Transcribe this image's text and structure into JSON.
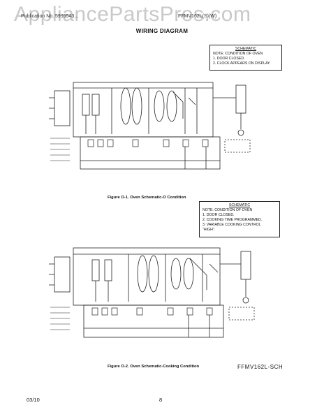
{
  "watermark": "AppliancePartsPros.com",
  "header": {
    "left": "Publication No. 5995543...",
    "right": "FFMV162L(S)(W)",
    "title": "WIRING DIAGRAM"
  },
  "schematic_1": {
    "heading": "SCHEMATIC",
    "lines": [
      "NOTE: CONDITION OF OVEN",
      "1.   DOOR CLOSED.",
      "2.   CLOCK APPEARS ON DISPLAY."
    ],
    "caption": "Figure O-1.   Oven Schematic-O   Condition"
  },
  "schematic_2": {
    "heading": "SCHEMATIC",
    "lines": [
      "NOTE: CONDITION OF OVEN",
      "1.   DOOR CLOSED.",
      "2.   COOKING TIME PROGRAMMED.",
      "3.   VARIABLE COOKING CONTROL",
      "      \"HIGH\"."
    ],
    "caption": "Figure O-2.   Oven Schematic-Cooking Condition"
  },
  "model_code": "FFMV162L-SCH",
  "footer": {
    "date": "03/10",
    "page": "8"
  }
}
